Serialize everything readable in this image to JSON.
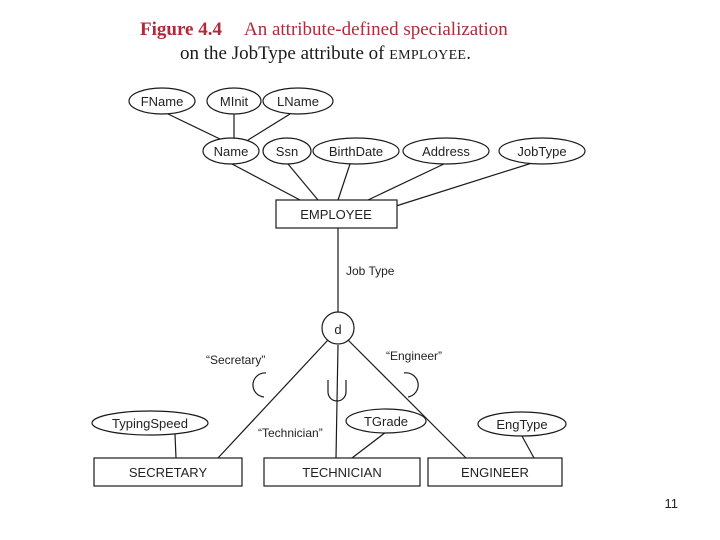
{
  "figure": {
    "number": "Figure 4.4",
    "title_line1": "An attribute-defined specialization",
    "title_line2_pre": "on the JobType attribute of ",
    "title_line2_entity": "EMPLOYEE",
    "title_line2_post": "."
  },
  "entities": {
    "employee": "EMPLOYEE",
    "secretary": "SECRETARY",
    "technician": "TECHNICIAN",
    "engineer": "ENGINEER"
  },
  "attributes": {
    "fname": "FName",
    "minit": "MInit",
    "lname": "LName",
    "name": "Name",
    "ssn": "Ssn",
    "birthdate": "BirthDate",
    "address": "Address",
    "jobtype": "JobType",
    "typingspeed": "TypingSpeed",
    "tgrade": "TGrade",
    "engtype": "EngType"
  },
  "specialization": {
    "defining_attribute": "Job Type",
    "constraint": "d",
    "conditions": {
      "secretary": "“Secretary”",
      "technician": "“Technician”",
      "engineer": "“Engineer”"
    }
  },
  "page_number": "11"
}
